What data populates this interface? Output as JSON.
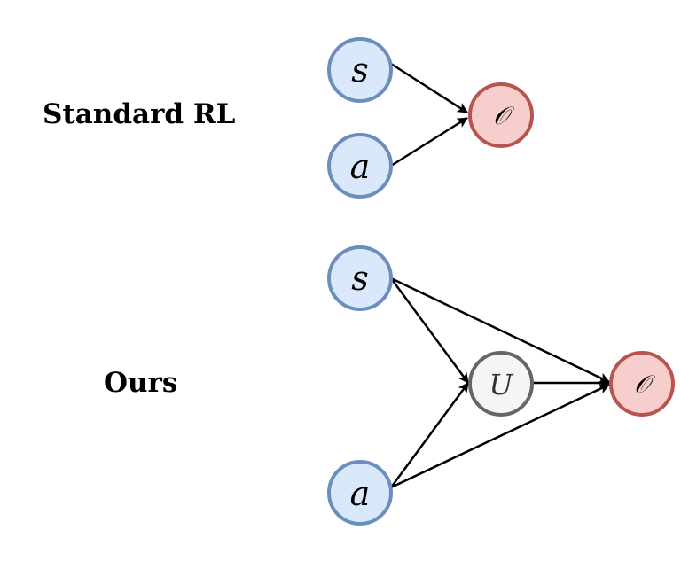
{
  "labels": {
    "standard": "Standard RL",
    "ours": "Ours"
  },
  "colors": {
    "input_fill": "#dae8fc",
    "input_stroke": "#6c8ebf",
    "output_fill": "#f8cecc",
    "output_stroke": "#b85450",
    "latent_fill": "#f5f5f5",
    "latent_stroke": "#666666",
    "arrow": "#000000"
  },
  "standard": {
    "nodes": {
      "s": "s",
      "a": "a",
      "o": "𝒪"
    }
  },
  "ours": {
    "nodes": {
      "s": "s",
      "a": "a",
      "u": "U",
      "o": "𝒪"
    }
  }
}
